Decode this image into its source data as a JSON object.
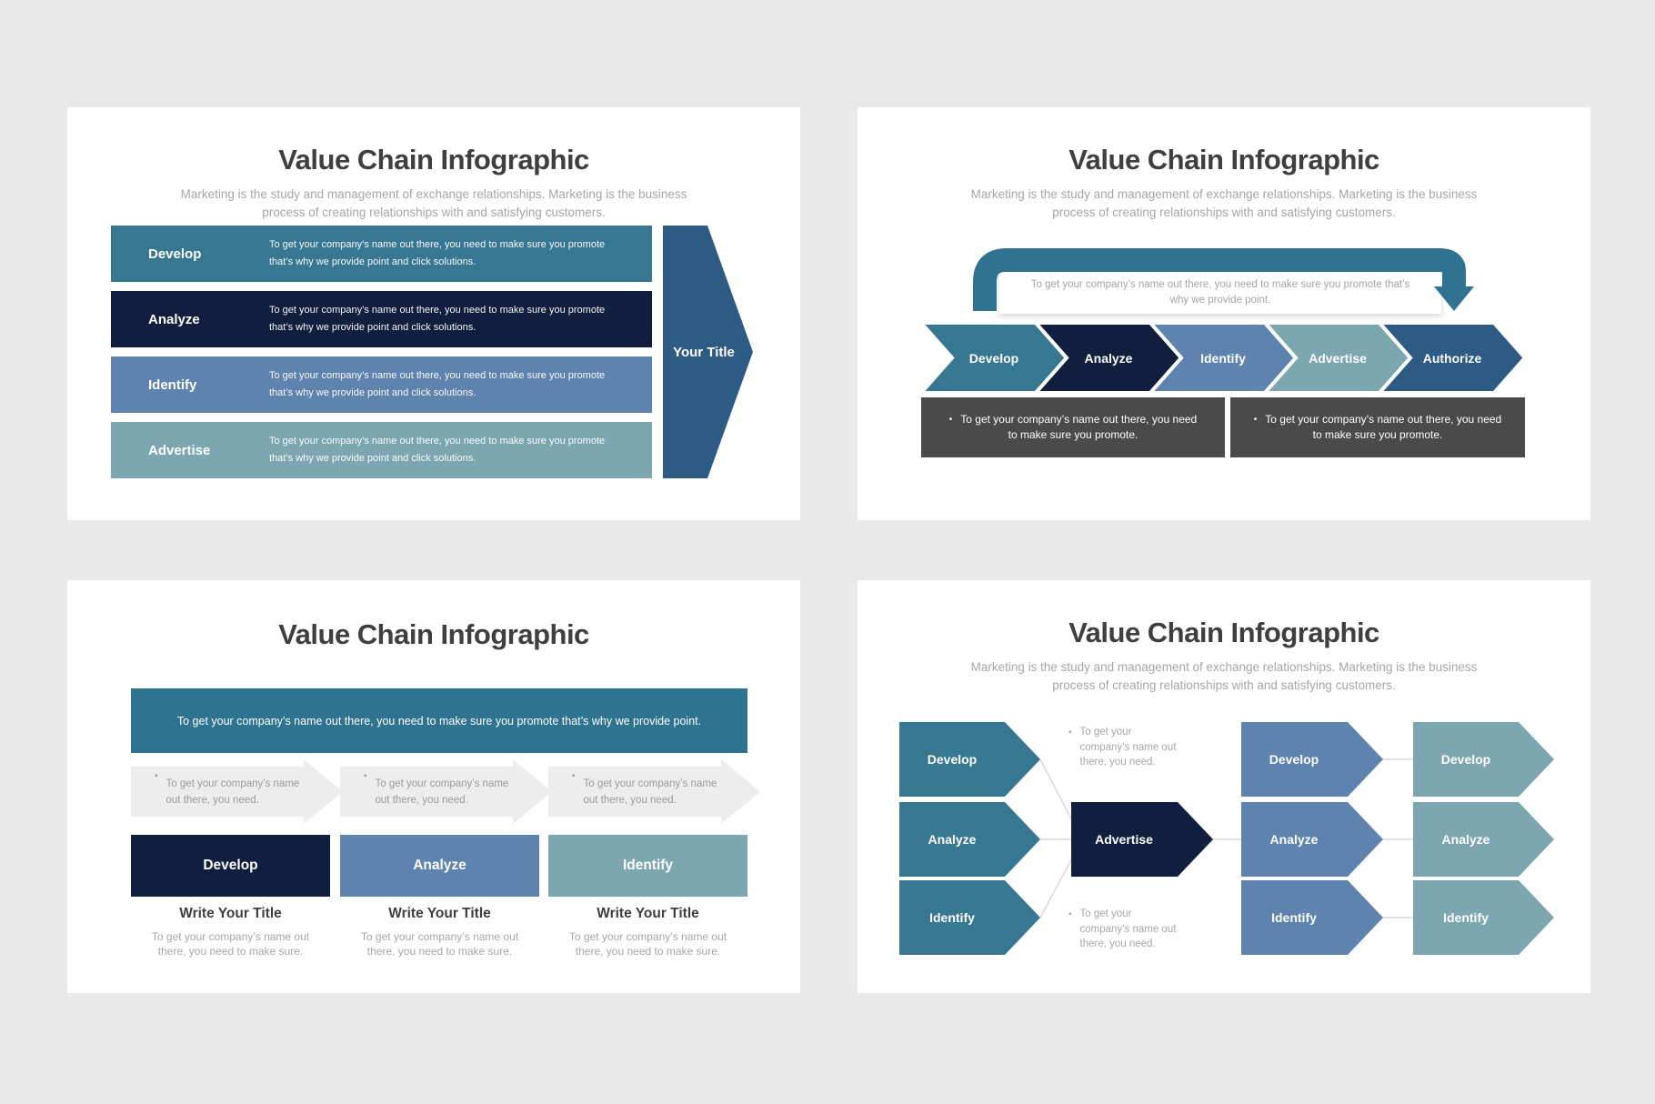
{
  "palette": {
    "background": "#e9e9e9",
    "teal": "#377792",
    "navy": "#111f3e",
    "steel_blue": "#5d83ae",
    "sage": "#7ca7b0",
    "dark_blue": "#2d5b84",
    "note_gray": "#4a4a4a",
    "light_arrow": "#ededed",
    "title_text": "#3f3f3f",
    "muted_text": "#a6a6a6"
  },
  "slide1": {
    "title": "Value Chain Infographic",
    "subtitle": [
      "Marketing is the study and management of exchange relationships. Marketing is the business",
      "process of creating relationships with and satisfying customers."
    ],
    "rows": [
      {
        "label": "Develop",
        "desc": [
          "To get your company’s name out there, you need to make sure you promote",
          "that’s why we provide point and click solutions."
        ]
      },
      {
        "label": "Analyze",
        "desc": [
          "To get your company’s name out there, you need to make sure you promote",
          "that’s why we provide point and click solutions."
        ]
      },
      {
        "label": "Identify",
        "desc": [
          "To get your company’s name out there, you need to make sure you promote",
          "that’s why we provide point and click solutions."
        ]
      },
      {
        "label": "Advertise",
        "desc": [
          "To get your company’s name out there, you need to make sure you promote",
          "that’s why we provide point and click solutions."
        ]
      }
    ],
    "arrow_label": "Your Title"
  },
  "slide2": {
    "title": "Value Chain Infographic",
    "subtitle": [
      "Marketing is the study and management of exchange relationships. Marketing is the business",
      "process of creating relationships with and satisfying customers."
    ],
    "bracket_note": [
      "To get your company’s name out there, you need to make sure you promote that’s",
      "why we provide point."
    ],
    "chevrons": [
      "Develop",
      "Analyze",
      "Identify",
      "Advertise",
      "Authorize"
    ],
    "note_boxes": [
      {
        "bullet": "•",
        "lines": [
          "To get your company’s name out there, you need",
          "to make sure you promote."
        ]
      },
      {
        "bullet": "•",
        "lines": [
          "To get your company’s name out there, you need",
          "to make sure you promote."
        ]
      }
    ]
  },
  "slide3": {
    "title": "Value Chain Infographic",
    "banner": "To get your company’s name out there, you need to make sure you promote that’s why we provide point.",
    "steps": [
      {
        "bullet": "•",
        "note": [
          "To get your company’s name",
          "out there, you need."
        ],
        "label": "Develop",
        "write_title": "Write Your Title",
        "write_desc": [
          "To get your company’s name out",
          "there, you need to make sure."
        ]
      },
      {
        "bullet": "•",
        "note": [
          "To get your company’s name",
          "out there, you need."
        ],
        "label": "Analyze",
        "write_title": "Write Your Title",
        "write_desc": [
          "To get your company’s name out",
          "there, you need to make sure."
        ]
      },
      {
        "bullet": "•",
        "note": [
          "To get your company’s name",
          "out there, you need."
        ],
        "label": "Identify",
        "write_title": "Write Your Title",
        "write_desc": [
          "To get your company’s name out",
          "there, you need to make sure."
        ]
      }
    ]
  },
  "slide4": {
    "title": "Value Chain Infographic",
    "subtitle": [
      "Marketing is the study and management of exchange relationships. Marketing is the business",
      "process of creating relationships with and satisfying customers."
    ],
    "left_column": [
      "Develop",
      "Analyze",
      "Identify"
    ],
    "center": "Advertise",
    "mid_column": [
      "Develop",
      "Analyze",
      "Identify"
    ],
    "right_column": [
      "Develop",
      "Analyze",
      "Identify"
    ],
    "top_note": {
      "bullet": "•",
      "lines": [
        "To get your",
        "company’s name out",
        "there, you need."
      ]
    },
    "bottom_note": {
      "bullet": "•",
      "lines": [
        "To get your",
        "company’s name out",
        "there, you need."
      ]
    }
  }
}
